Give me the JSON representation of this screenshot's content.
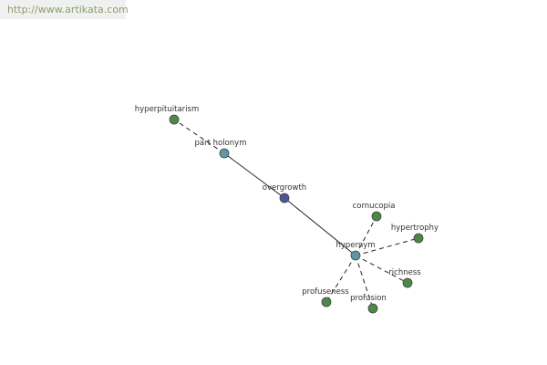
{
  "banner": {
    "url_text": "http://www.artikata.com"
  },
  "colors": {
    "center_node": "#4a55a0",
    "relation_node": "#5b9aa3",
    "term_node": "#4a8a44",
    "edge": "#222222"
  },
  "graph": {
    "nodes": [
      {
        "id": "overgrowth",
        "label": "overgrowth",
        "kind": "center"
      },
      {
        "id": "part-holonym",
        "label": "part holonym",
        "kind": "relation"
      },
      {
        "id": "hypernym",
        "label": "hypernym",
        "kind": "relation"
      },
      {
        "id": "hyperpituitarism",
        "label": "hyperpituitarism",
        "kind": "term"
      },
      {
        "id": "cornucopia",
        "label": "cornucopia",
        "kind": "term"
      },
      {
        "id": "hypertrophy",
        "label": "hypertrophy",
        "kind": "term"
      },
      {
        "id": "richness",
        "label": "richness",
        "kind": "term"
      },
      {
        "id": "profusion",
        "label": "profusion",
        "kind": "term"
      },
      {
        "id": "profuseness",
        "label": "profuseness",
        "kind": "term"
      }
    ],
    "edges": [
      {
        "from": "overgrowth",
        "to": "part-holonym",
        "style": "solid"
      },
      {
        "from": "overgrowth",
        "to": "hypernym",
        "style": "solid"
      },
      {
        "from": "part-holonym",
        "to": "hyperpituitarism",
        "style": "dashed"
      },
      {
        "from": "hypernym",
        "to": "cornucopia",
        "style": "dashed"
      },
      {
        "from": "hypernym",
        "to": "hypertrophy",
        "style": "dashed"
      },
      {
        "from": "hypernym",
        "to": "richness",
        "style": "dashed"
      },
      {
        "from": "hypernym",
        "to": "profusion",
        "style": "dashed"
      },
      {
        "from": "hypernym",
        "to": "profuseness",
        "style": "dashed"
      }
    ]
  }
}
